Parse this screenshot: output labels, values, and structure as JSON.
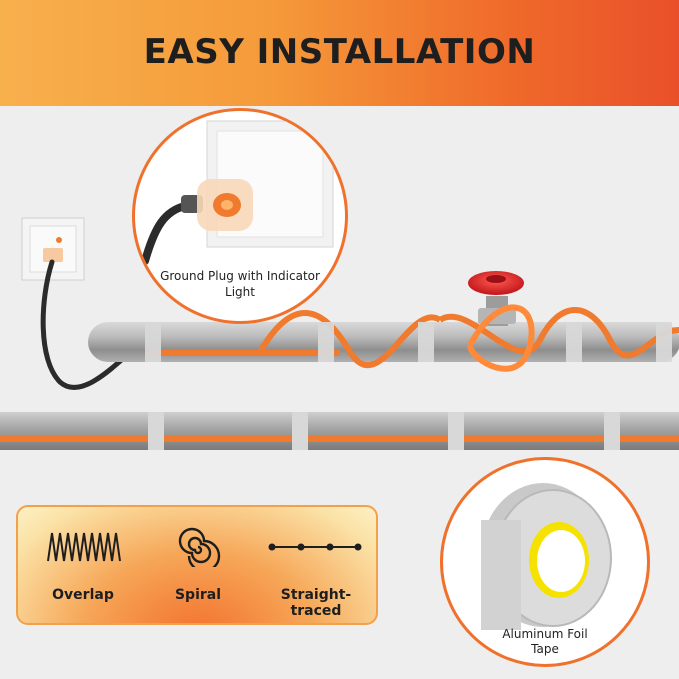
{
  "header": {
    "title": "EASY INSTALLATION"
  },
  "callouts": {
    "plug_label": "Ground Plug with Indicator Light",
    "tape_label_line1": "Aluminum Foil",
    "tape_label_line2": "Tape"
  },
  "methods": [
    {
      "label": "Overlap",
      "icon": "coil-icon"
    },
    {
      "label": "Spiral",
      "icon": "spiral-icon"
    },
    {
      "label": "Straight-traced",
      "icon": "dotted-line-icon"
    }
  ],
  "colors": {
    "accent": "#f0712b",
    "banner_start": "#f8b04d",
    "banner_end": "#e9502a",
    "cable": "#f07a2e",
    "valve": "#e0262a",
    "pipe": "#a9a9a9"
  }
}
